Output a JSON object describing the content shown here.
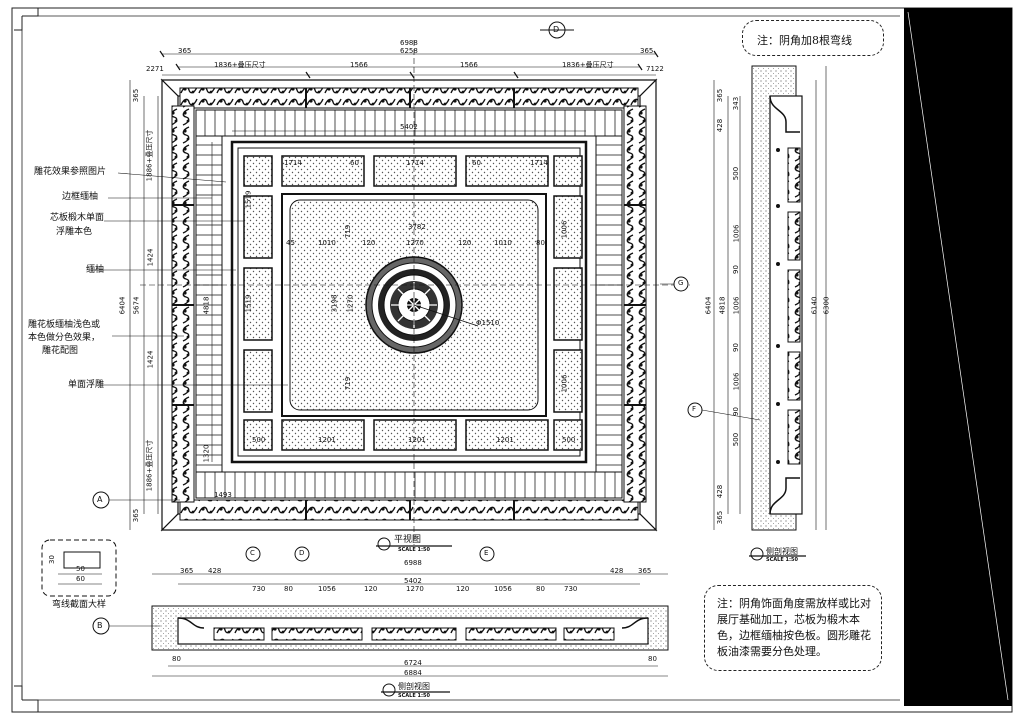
{
  "notes": {
    "top": "注：阴角加8根弯线",
    "bottom": "注：阴角饰面角度需放样或比对展厅基础加工，芯板为椴木本色，边框缅柚按色板。圆形雕花板油漆需要分色处理。"
  },
  "callouts": {
    "carving_ref": "雕花效果参照图片",
    "frame_teak": "边框缅柚",
    "core_board_1": "芯板椴木单面",
    "core_board_2": "浮雕本色",
    "teak": "缅柚",
    "carved_board_1": "雕花板缅柚浅色或",
    "carved_board_2": "本色做分色效果，",
    "carved_board_3": "雕花配图",
    "single_relief": "单面浮雕"
  },
  "titles": {
    "plan": "平视图",
    "plan_scale": "SCALE 1:50",
    "section_right": "侧剖视图",
    "section_right_scale": "SCALE 1:50",
    "section_bottom": "侧剖视图",
    "section_bottom_scale": "SCALE 1:50",
    "curve_detail": "弯线截面大样"
  },
  "markers": {
    "a": "A",
    "b": "B",
    "c": "C",
    "d": "D",
    "e": "E",
    "f": "F",
    "g": "G",
    "top_marker": "D"
  },
  "plan_dims": {
    "top_overall": "6988",
    "top_left_margin": "365",
    "top_right_margin": "365",
    "top_inner": "6258",
    "top_row_2271": "2271",
    "top_row_7122": "7122",
    "top_seg_label_left": "1836+叠压尺寸",
    "top_seg_1566a": "1566",
    "top_seg_1566b": "1566",
    "top_seg_label_right": "1836+叠压尺寸",
    "inner_5402": "5402",
    "row_1714a": "1714",
    "row_60a": "60",
    "row_1714b": "1714",
    "row_60b": "60",
    "row_1714c": "1714",
    "inner_3782": "3782",
    "d1010a": "1010",
    "d120a": "120",
    "d1270": "1270",
    "d120b": "120",
    "d1010b": "1010",
    "d45": "45",
    "d80": "80",
    "dia": "Φ1510",
    "bot_500a": "500",
    "bot_1201a": "1201",
    "bot_1201b": "1201",
    "bot_1201c": "1201",
    "bot_500b": "500",
    "left_6404": "6404",
    "left_5674": "5674",
    "left_1424a": "1424",
    "left_1424b": "1424",
    "left_4818": "4818",
    "left_365a": "365",
    "left_365b": "365",
    "left_label_top": "1886+叠压尺寸",
    "left_label_bot": "1886+叠压尺寸",
    "d3198": "3198",
    "d1270v": "1270",
    "d719a": "719",
    "d719b": "719",
    "d1519a": "1519",
    "d1519b": "1519",
    "d1006a": "1006",
    "d1006b": "1006",
    "d1493": "1493",
    "d1320": "1320"
  },
  "right_section_dims": {
    "d6404": "6404",
    "d4818": "4818",
    "d6140": "6140",
    "d6300": "6300",
    "d365a": "365",
    "d365b": "365",
    "d428a": "428",
    "d428b": "428",
    "d1006a": "1006",
    "d1006b": "1006",
    "d1006c": "1006",
    "d500a": "500",
    "d500b": "500",
    "d90a": "90",
    "d90b": "90",
    "d90c": "90",
    "d343": "343"
  },
  "bottom_section_dims": {
    "d6988": "6988",
    "d5402": "5402",
    "d6724": "6724",
    "d6884": "6884",
    "d365a": "365",
    "d428a": "428",
    "d428b": "428",
    "d365b": "365",
    "d730a": "730",
    "d80a": "80",
    "d1056a": "1056",
    "d120a": "120",
    "d1270": "1270",
    "d120b": "120",
    "d1056b": "1056",
    "d80b": "80",
    "d730b": "730",
    "d80c": "80",
    "d80d": "80"
  },
  "curve_detail_dims": {
    "w60": "60",
    "w50": "50",
    "h30": "30"
  }
}
